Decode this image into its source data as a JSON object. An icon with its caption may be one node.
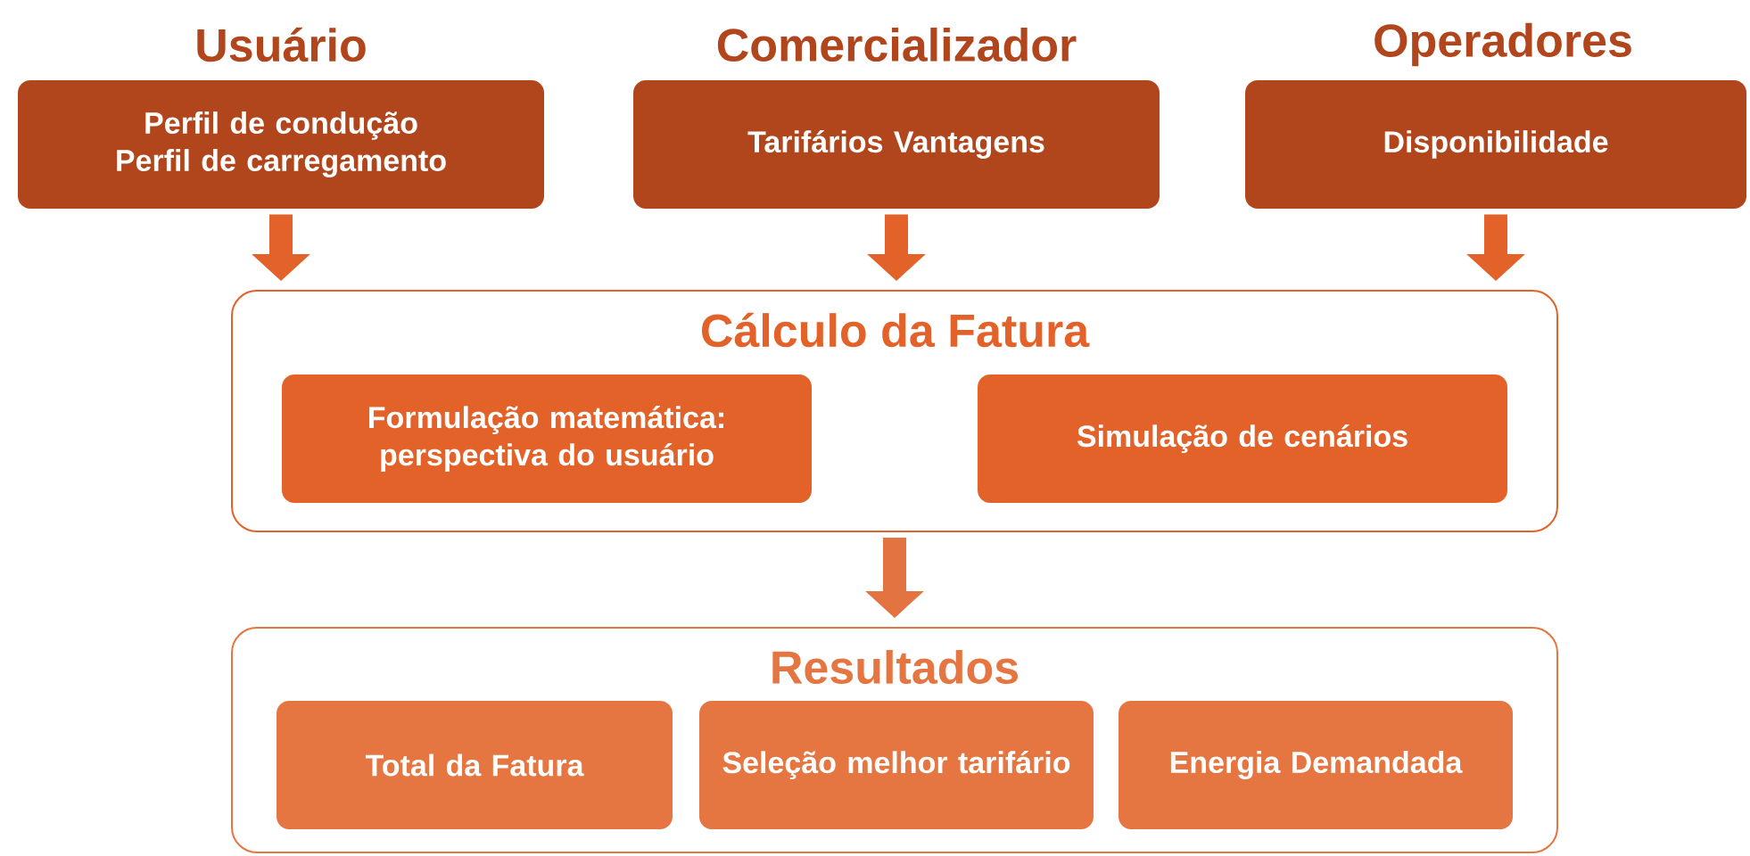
{
  "diagram": {
    "nodes": [
      {
        "text": [
          "Usuário",
          "Perfil de condução Perfil de carregamento"
        ]
      },
      {
        "text": [
          "Comercializador",
          "Tarifários Vantagens"
        ]
      },
      {
        "text": [
          "Operadores",
          "Disponibilidade"
        ]
      },
      {
        "text": [
          "Cálculo da Fatura"
        ]
      },
      {
        "text": [
          "Formulação matemática: perspectiva do usuário"
        ],
        "in": 3
      },
      {
        "text": [
          "Simulação de cenários"
        ],
        "in": 3
      },
      {
        "text": [
          "Resultados"
        ]
      },
      {
        "text": [
          "Total da Fatura"
        ],
        "in": 6
      },
      {
        "text": [
          "Seleção melhor tarifário"
        ],
        "in": 6
      },
      {
        "text": [
          "Energia Demandada"
        ],
        "in": 6
      }
    ],
    "edges": [
      {
        "from": 0,
        "to": 3,
        "arrow": "to"
      },
      {
        "from": 1,
        "to": 3,
        "arrow": "to"
      },
      {
        "from": 2,
        "to": 3,
        "arrow": "to"
      },
      {
        "from": 3,
        "to": 6,
        "arrow": "to",
        "color": "#e37340"
      }
    ]
  }
}
